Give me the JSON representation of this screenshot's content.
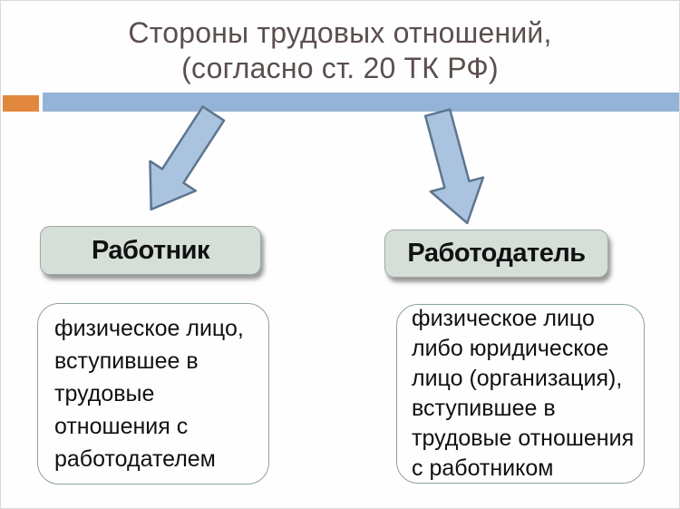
{
  "slide": {
    "title": {
      "line1": "Стороны трудовых отношений,",
      "line2": "(согласно ст. 20 ТК РФ)"
    },
    "entities": {
      "left": {
        "label": "Работник",
        "description": "физическое лицо,\nвступившее в\nтрудовые\nотношения с\nработодателем"
      },
      "right": {
        "label": "Работодатель",
        "description": "физическое лицо\nлибо юридическое\nлицо (организация),\nвступившее в\nтрудовые отношения\nс работником"
      }
    },
    "icons": {
      "left_arrow": "block-arrow-down-left",
      "right_arrow": "block-arrow-down-right"
    },
    "colors": {
      "accent_orange": "#e2873e",
      "accent_blue": "#95b3d6",
      "arrow_fill": "#aac4e0",
      "arrow_border": "#5d758f",
      "label_box_fill": "#d5dfd7",
      "label_box_border": "#a0aaa4",
      "desc_box_border": "#8ca39a",
      "title_text": "#5b4f4e",
      "body_text": "#111111",
      "background": "#ffffff"
    }
  }
}
